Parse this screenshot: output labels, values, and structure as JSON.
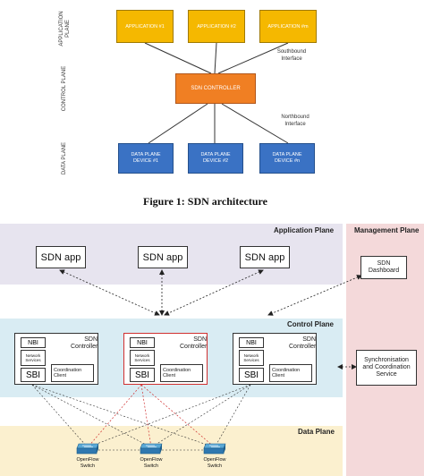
{
  "figure1": {
    "planes": {
      "application": "APPLICATION\nPLANE",
      "control": "CONTROL PLANE",
      "data": "DATA PLANE"
    },
    "apps": [
      "APPLICATION #1",
      "APPLICATION #2",
      "APPLICATION #m"
    ],
    "controller": "SDN CONTROLLER",
    "devices": [
      "DATA PLANE\nDEVICE #1",
      "DATA PLANE\nDEVICE #2",
      "DATA PLANE\nDEVICE #n"
    ],
    "southbound": "Southbound\nInterface",
    "northbound": "Northbound\nInterface",
    "caption": "Figure 1: SDN architecture"
  },
  "figure2": {
    "application_plane": "Application Plane",
    "management_plane": "Management Plane",
    "control_plane": "Control Plane",
    "data_plane": "Data Plane",
    "sdn_apps": [
      "SDN app",
      "SDN app",
      "SDN app"
    ],
    "dashboard": "SDN\nDashboard",
    "sync": "Synchronisation\nand Coordination\nService",
    "controllers": [
      {
        "nbi": "NBI",
        "title": "SDN\nController",
        "netsvc": "Network\nServices",
        "sbi": "SBI",
        "coord": "Coordination\nClient"
      },
      {
        "nbi": "NBI",
        "title": "SDN\nController",
        "netsvc": "Network\nServices",
        "sbi": "SBI",
        "coord": "Coordination\nClient"
      },
      {
        "nbi": "NBI",
        "title": "SDN\nController",
        "netsvc": "Network\nServices",
        "sbi": "SBI",
        "coord": "Coordination\nClient"
      }
    ],
    "switches": [
      "OpenFlow\nSwitch",
      "OpenFlow\nSwitch",
      "OpenFlow\nSwitch"
    ]
  },
  "colors": {
    "app_yellow": "#f5b800",
    "controller_orange": "#f07f23",
    "device_blue": "#3a72c4",
    "app_plane_bg": "#e7e4ef",
    "mgmt_plane_bg": "#f4d9da",
    "control_plane_bg": "#d9ecf3",
    "data_plane_bg": "#fbf0cf",
    "highlight_red": "#d03030"
  }
}
